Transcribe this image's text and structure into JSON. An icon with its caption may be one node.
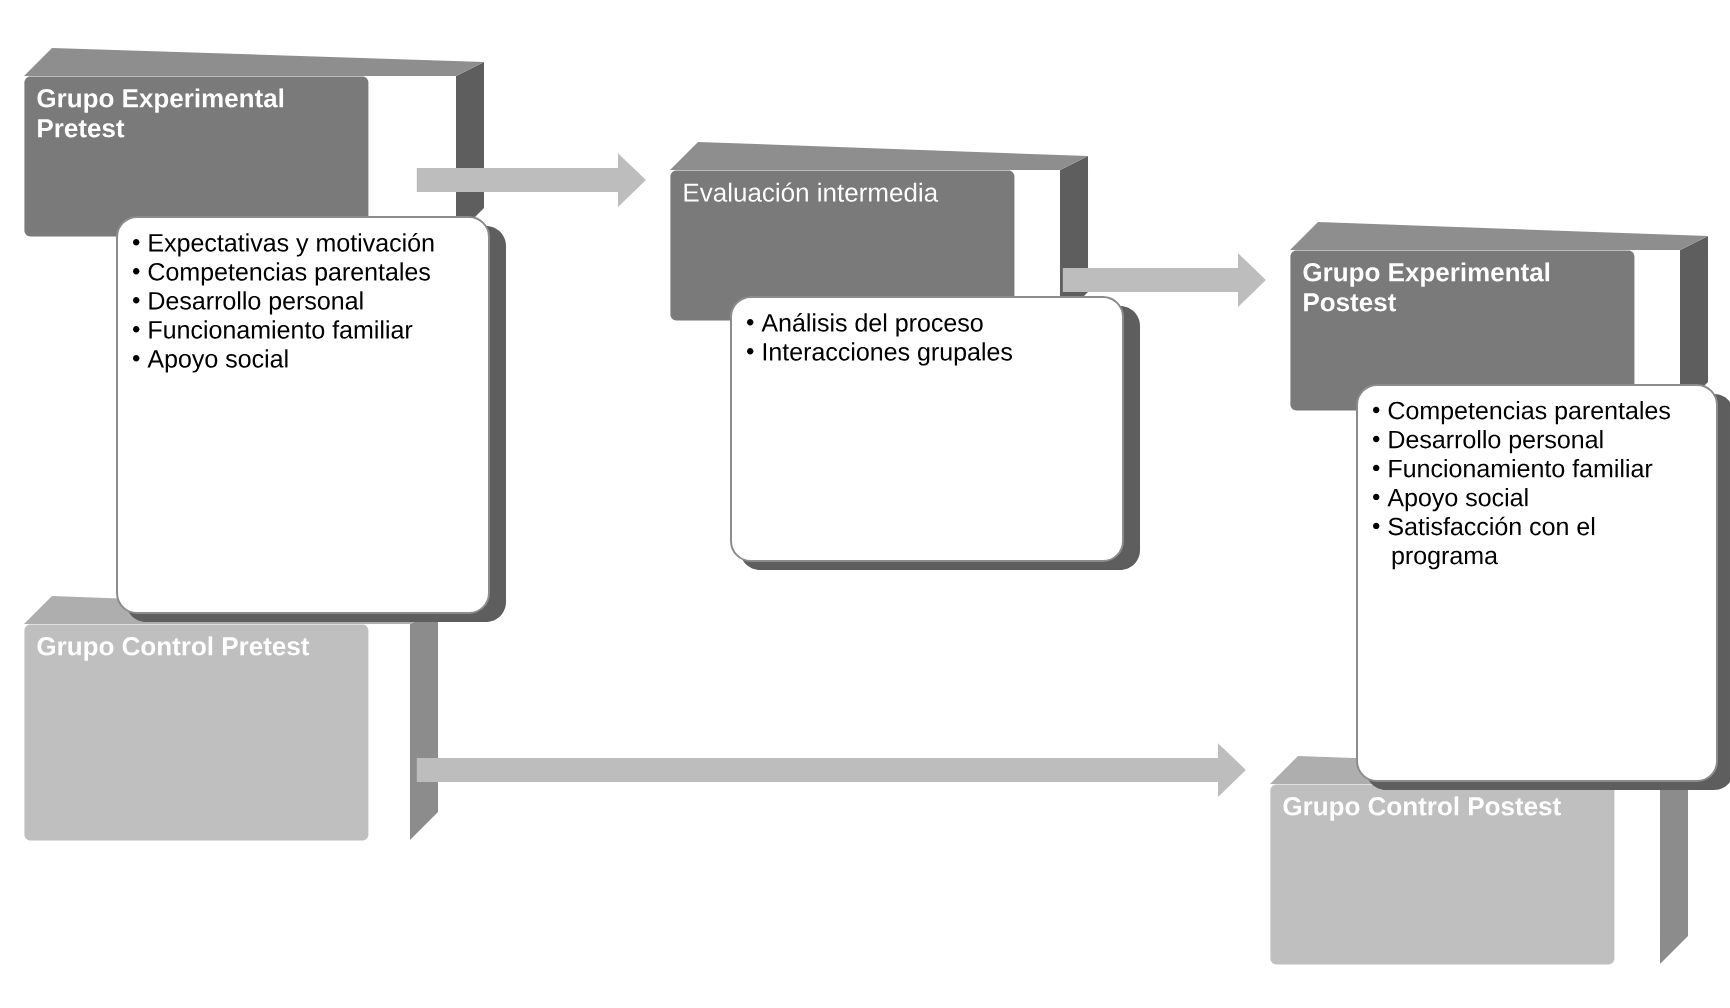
{
  "diagram": {
    "nodes": [
      {
        "text": [
          "Grupo Experimental Pretest"
        ]
      },
      {
        "text": [
          "Expectativas y motivación",
          "Competencias parentales",
          "Desarrollo personal",
          "Funcionamiento familiar",
          "Apoyo social"
        ]
      },
      {
        "text": [
          "Grupo Control Pretest"
        ]
      },
      {
        "text": [
          "Evaluación intermedia"
        ]
      },
      {
        "text": [
          "Análisis del proceso",
          "Interacciones grupales"
        ]
      },
      {
        "text": [
          "Grupo Experimental Postest"
        ]
      },
      {
        "text": [
          "Competencias parentales",
          "Desarrollo personal",
          "Funcionamiento familiar",
          "Apoyo social",
          "Satisfacción con el programa"
        ]
      },
      {
        "text": [
          "Grupo Control Postest"
        ]
      }
    ],
    "edges": [
      {
        "from": 0,
        "to": 3,
        "arrow": "to"
      },
      {
        "from": 3,
        "to": 5,
        "arrow": "to"
      },
      {
        "from": 2,
        "to": 7,
        "arrow": "to"
      }
    ]
  }
}
